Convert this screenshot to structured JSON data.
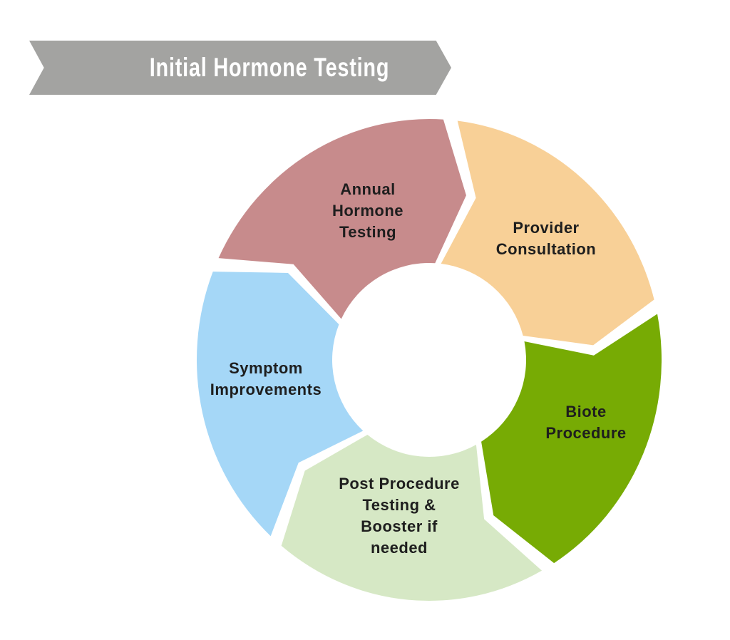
{
  "title_banner": {
    "label": "Initial Hormone Testing",
    "bg_color": "#a3a3a1",
    "text_color": "#ffffff"
  },
  "cycle": {
    "type": "circular-process-arrows",
    "flow_direction": "clockwise",
    "label_color": "#1e1e1e",
    "gap_color": "#ffffff",
    "steps": [
      {
        "order": 1,
        "label_lines": [
          "Annual",
          "Hormone",
          "Testing"
        ],
        "color": "#c78b8c"
      },
      {
        "order": 2,
        "label_lines": [
          "Provider",
          "Consultation"
        ],
        "color": "#f8d097"
      },
      {
        "order": 3,
        "label_lines": [
          "Biote",
          "Procedure"
        ],
        "color": "#77ab04"
      },
      {
        "order": 4,
        "label_lines": [
          "Post Procedure",
          "Testing &",
          "Booster if",
          "needed"
        ],
        "color": "#d6e8c5"
      },
      {
        "order": 5,
        "label_lines": [
          "Symptom",
          "Improvements"
        ],
        "color": "#a5d7f7"
      }
    ]
  },
  "background_color": "#ffffff"
}
